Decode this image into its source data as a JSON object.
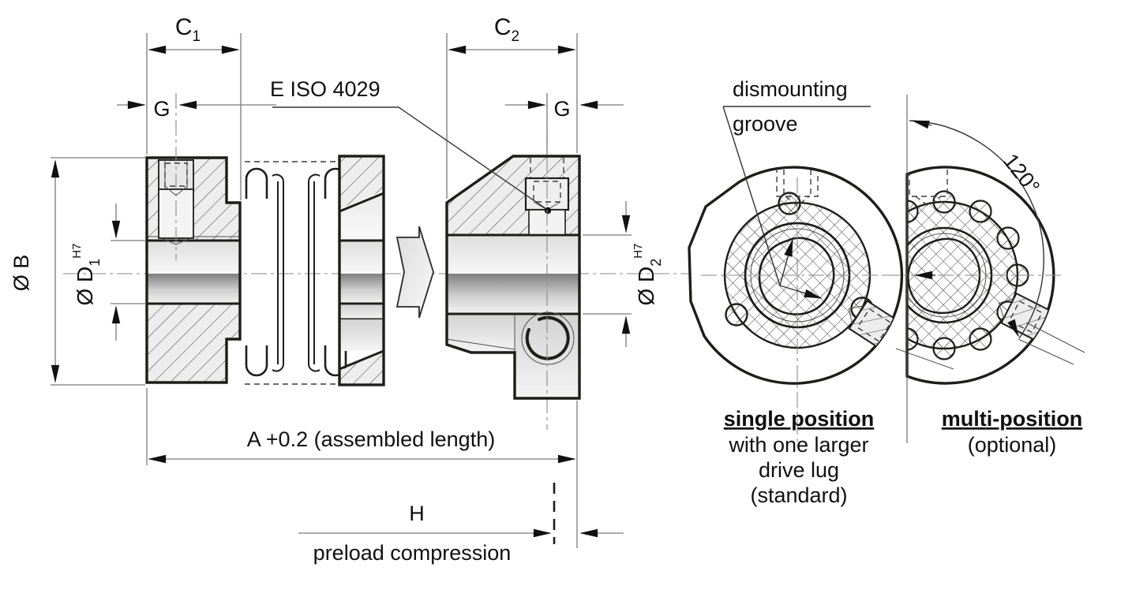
{
  "labels": {
    "c1_base": "C",
    "c1_sub": "1",
    "c2_base": "C",
    "c2_sub": "2",
    "g_left": "G",
    "g_right": "G",
    "phi_b": "Ø B",
    "d1_base": "Ø D",
    "d1_sub": "1",
    "d1_sup": "H7",
    "d2_base": "Ø D",
    "d2_sub": "2",
    "d2_sup": "H7",
    "set_screw_note": "E ISO  4029",
    "assembled_length": "A +0.2 (assembled length)",
    "h": "H",
    "preload": "preload compression",
    "dismounting_1": "dismounting",
    "dismounting_2": "groove",
    "angle": "120°",
    "single_title": "single position",
    "single_line1": "with one larger",
    "single_line2": "drive lug",
    "single_line3": "(standard)",
    "multi_title": "multi-position",
    "multi_line1": "(optional)"
  },
  "colors": {
    "outline": "#1d1d1b",
    "dim_line": "#7a7a7a",
    "fill_light": "#f2f2f2"
  }
}
